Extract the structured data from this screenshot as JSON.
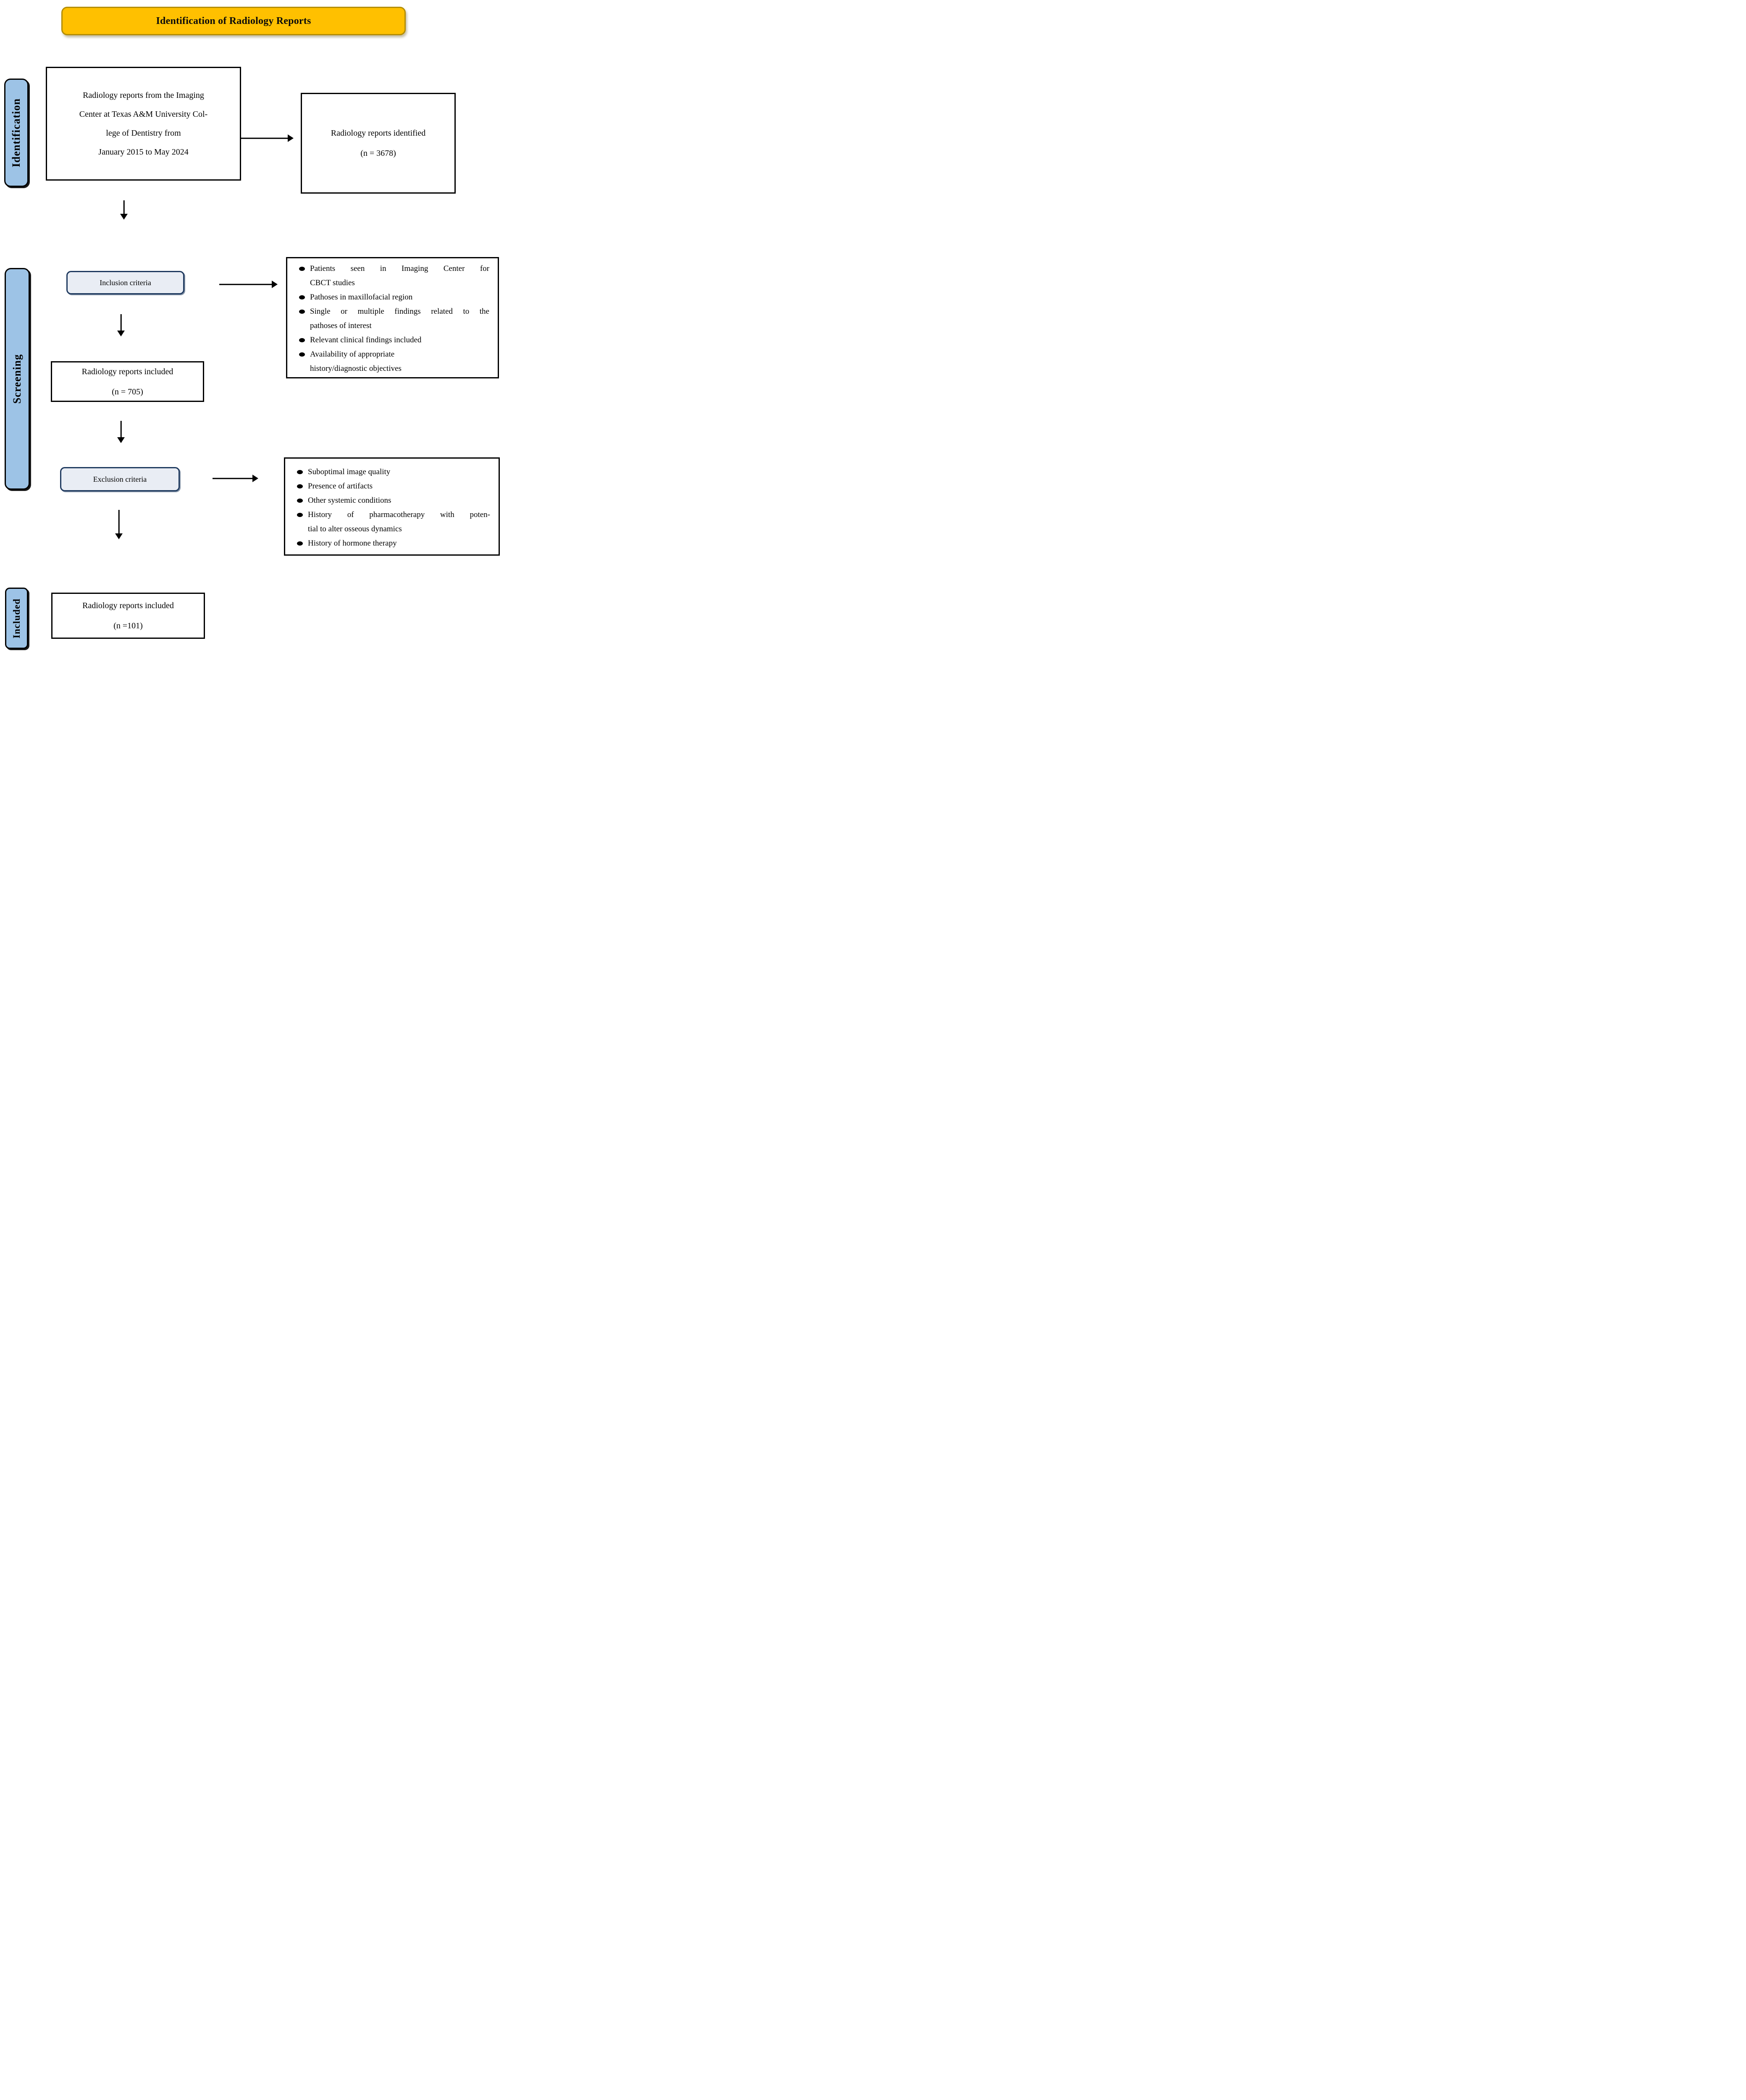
{
  "title": "Identification of Radiology Reports",
  "stages": {
    "identification": "Identification",
    "screening": "Screening",
    "included": "Included"
  },
  "boxes": {
    "source": {
      "lines": [
        "Radiology reports from the Imaging",
        "Center at Texas A&M University Col-",
        "lege of Dentistry from",
        "January 2015 to May 2024"
      ]
    },
    "identified": {
      "lines": [
        "Radiology reports identified",
        "(n = 3678)"
      ]
    },
    "inclusion_criteria_label": "Inclusion criteria",
    "included_after_screening": {
      "lines": [
        "Radiology reports included",
        "(n = 705)"
      ]
    },
    "exclusion_criteria_label": "Exclusion criteria",
    "final_included": {
      "lines": [
        "Radiology reports included",
        "(n =101)"
      ]
    }
  },
  "criteria": {
    "inclusion": [
      {
        "lines": [
          "Patients seen in Imaging Center for",
          "CBCT studies"
        ],
        "just": [
          0
        ]
      },
      {
        "lines": [
          "Pathoses in maxillofacial region"
        ]
      },
      {
        "lines": [
          "Single or multiple findings related to the",
          "pathoses of interest"
        ],
        "just": [
          0
        ]
      },
      {
        "lines": [
          "Relevant clinical findings included"
        ]
      },
      {
        "lines": [
          "Availability of appropriate",
          "history/diagnostic objectives"
        ]
      }
    ],
    "exclusion": [
      {
        "lines": [
          "Suboptimal image quality"
        ]
      },
      {
        "lines": [
          "Presence of artifacts"
        ]
      },
      {
        "lines": [
          "Other systemic conditions"
        ]
      },
      {
        "lines": [
          "History of pharmacotherapy with poten-",
          "tial to alter osseous dynamics"
        ],
        "just": [
          0
        ]
      },
      {
        "lines": [
          "History of hormone therapy"
        ]
      }
    ]
  },
  "colors": {
    "header_fill": "#FFC000",
    "header_border": "#B38D00",
    "stage_tab_fill": "#9DC3E6",
    "stage_tab_border": "#000000",
    "criteria_fill": "#E9EDF4",
    "criteria_border": "#1F3A5F",
    "box_border": "#000000",
    "arrow": "#000000",
    "text": "#000000"
  }
}
